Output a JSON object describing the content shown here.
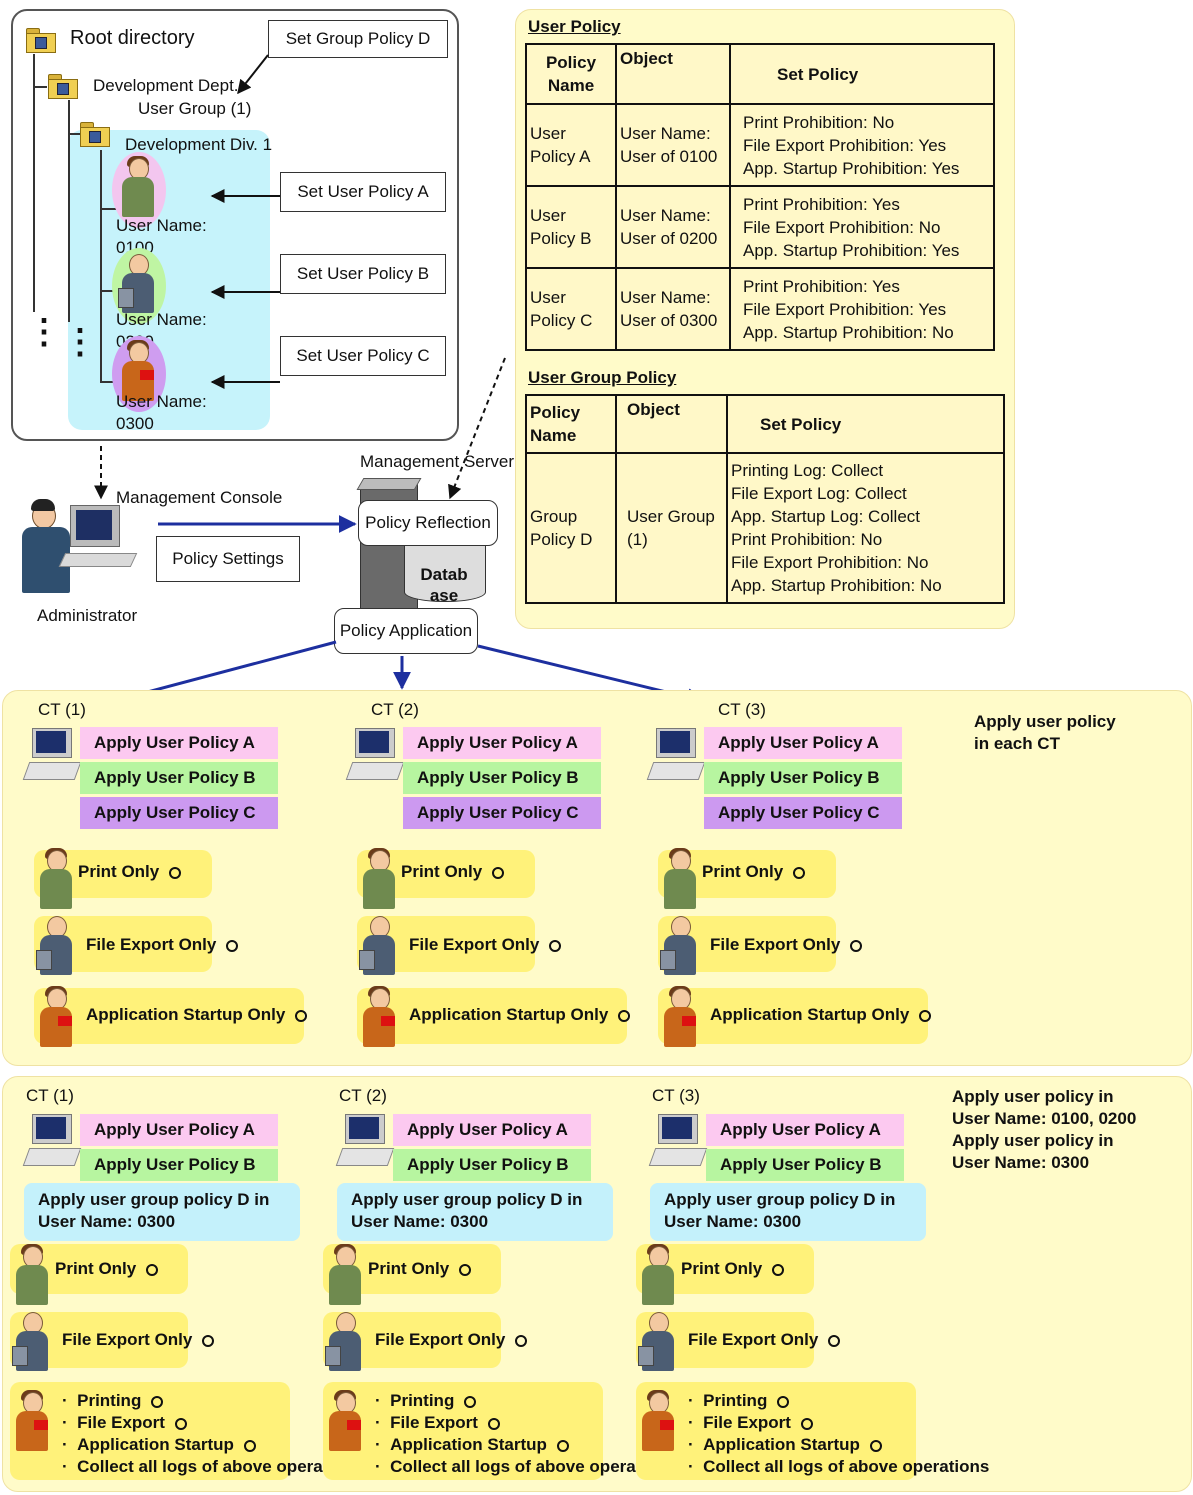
{
  "tree": {
    "root": "Root directory",
    "dept": "Development Dept.",
    "user_group": "User Group (1)",
    "division": "Development Div. 1",
    "users": [
      {
        "label_top": "User Name:",
        "label_bottom": "0100"
      },
      {
        "label_top": "User Name:",
        "label_bottom": "0200"
      },
      {
        "label_top": "User Name:",
        "label_bottom": "0300"
      }
    ],
    "ellipsis": "⋮"
  },
  "callouts": {
    "set_group_d": "Set Group Policy D",
    "set_user_a": "Set User Policy A",
    "set_user_b": "Set User Policy B",
    "set_user_c": "Set User Policy C",
    "policy_settings": "Policy Settings",
    "policy_reflection": "Policy Reflection",
    "policy_application": "Policy Application",
    "database": "Datab ase"
  },
  "labels": {
    "management_console": "Management Console",
    "management_server": "Management Server",
    "administrator": "Administrator"
  },
  "user_policy": {
    "title": "User Policy",
    "headers": [
      "Policy Name",
      "Object",
      "Set Policy"
    ],
    "rows": [
      {
        "name": "User Policy A",
        "object": "User Name: User of 0100",
        "settings": [
          "Print Prohibition:  No",
          "File Export Prohibition:  Yes",
          "App. Startup Prohibition:  Yes"
        ]
      },
      {
        "name": "User Policy B",
        "object": "User Name: User of 0200",
        "settings": [
          "Print Prohibition:  Yes",
          "File Export Prohibition:  No",
          "App. Startup Prohibition:  Yes"
        ]
      },
      {
        "name": "User Policy C",
        "object": "User Name: User of 0300",
        "settings": [
          "Print Prohibition:  Yes",
          "File Export Prohibition:  Yes",
          "App. Startup Prohibition:  No"
        ]
      }
    ]
  },
  "group_policy": {
    "title": "User Group Policy",
    "headers": [
      "Policy Name",
      "Object",
      "Set Policy"
    ],
    "row": {
      "name": "Group Policy D",
      "object": "User Group (1)",
      "settings": [
        "Printing Log:  Collect",
        "File Export Log:  Collect",
        "App. Startup Log:  Collect",
        "Print Prohibition:  No",
        "File Export Prohibition:  No",
        "App. Startup Prohibition:  No"
      ]
    }
  },
  "panel1": {
    "note": [
      "Apply user policy",
      "in each CT"
    ],
    "cts": [
      {
        "title": "CT (1)"
      },
      {
        "title": "CT (2)"
      },
      {
        "title": "CT (3)"
      }
    ],
    "policies": [
      "Apply User Policy A",
      "Apply User Policy B",
      "Apply User Policy C"
    ],
    "ops": [
      "Print Only",
      "File Export Only",
      "Application Startup Only"
    ]
  },
  "panel2": {
    "note": [
      "Apply user policy in",
      "User Name:  0100, 0200",
      "Apply user policy in",
      "User Name:  0300"
    ],
    "cts": [
      {
        "title": "CT (1)"
      },
      {
        "title": "CT (2)"
      },
      {
        "title": "CT (3)"
      }
    ],
    "policies": [
      "Apply User Policy A",
      "Apply User Policy B"
    ],
    "group_apply": [
      "Apply user group policy D in",
      "User Name:  0300"
    ],
    "ops": [
      "Print Only",
      "File Export Only"
    ],
    "bullets": [
      "Printing",
      "File Export",
      "Application Startup",
      "Collect all logs of above operations"
    ]
  }
}
